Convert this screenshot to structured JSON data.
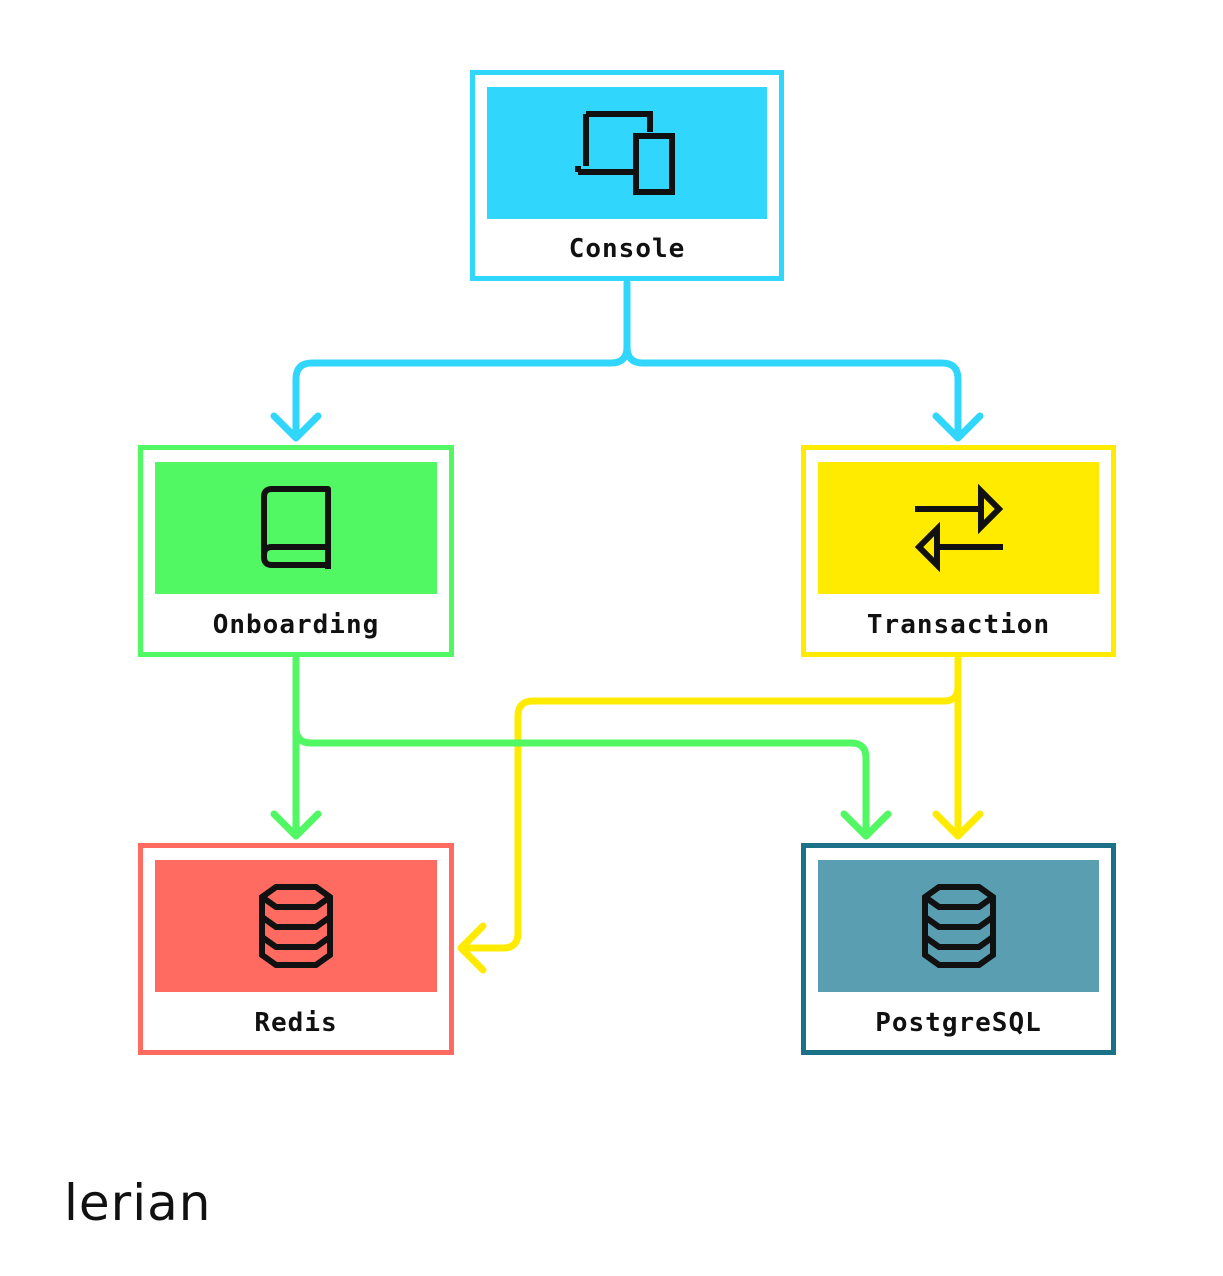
{
  "colors": {
    "console": "#31d6fd",
    "onboarding": "#52f764",
    "transaction": "#ffeb00",
    "redis": "#ff6b60",
    "postgres_fill": "#5a9fb1",
    "postgres_border": "#1a7188",
    "text": "#111111"
  },
  "nodes": {
    "console": {
      "label": "Console",
      "icon": "devices-icon"
    },
    "onboarding": {
      "label": "Onboarding",
      "icon": "book-icon"
    },
    "transaction": {
      "label": "Transaction",
      "icon": "swap-arrows-icon"
    },
    "redis": {
      "label": "Redis",
      "icon": "database-icon"
    },
    "postgres": {
      "label": "PostgreSQL",
      "icon": "database-icon"
    }
  },
  "edges": [
    {
      "from": "Console",
      "to": "Onboarding"
    },
    {
      "from": "Console",
      "to": "Transaction"
    },
    {
      "from": "Onboarding",
      "to": "Redis"
    },
    {
      "from": "Onboarding",
      "to": "PostgreSQL"
    },
    {
      "from": "Transaction",
      "to": "Redis"
    },
    {
      "from": "Transaction",
      "to": "PostgreSQL"
    }
  ],
  "logo": {
    "text": "lerian"
  }
}
